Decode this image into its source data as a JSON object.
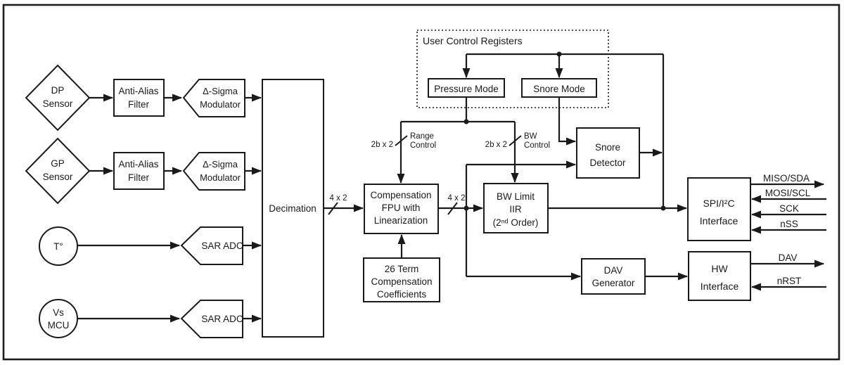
{
  "colors": {
    "ink": "#1a1a1a",
    "background": "#ffffff"
  },
  "blocks": {
    "dp_sensor": {
      "line1": "DP",
      "line2": "Sensor"
    },
    "gp_sensor": {
      "line1": "GP",
      "line2": "Sensor"
    },
    "temp_input": {
      "line1": "T°"
    },
    "vs_mcu": {
      "line1": "Vs",
      "line2": "MCU"
    },
    "anti_alias_filter_1": {
      "line1": "Anti-Alias",
      "line2": "Filter"
    },
    "anti_alias_filter_2": {
      "line1": "Anti-Alias",
      "line2": "Filter"
    },
    "delta_sigma_modulator_1": {
      "line1": "Δ-Sigma",
      "line2": "Modulator"
    },
    "delta_sigma_modulator_2": {
      "line1": "Δ-Sigma",
      "line2": "Modulator"
    },
    "sar_adc_1": {
      "line1": "SAR ADC"
    },
    "sar_adc_2": {
      "line1": "SAR ADC"
    },
    "decimation": {
      "line1": "Decimation"
    },
    "compensation_fpu": {
      "line1": "Compensation",
      "line2": "FPU with",
      "line3": "Linearization"
    },
    "bw_limit_iir": {
      "line1": "BW Limit",
      "line2": "IIR",
      "line3": "(2ⁿᵈ Order)"
    },
    "compensation_coefficients": {
      "line1": "26 Term",
      "line2": "Compensation",
      "line3": "Coefficients"
    },
    "user_control_registers": {
      "title": "User Control Registers"
    },
    "pressure_mode": {
      "line1": "Pressure Mode"
    },
    "snore_mode": {
      "line1": "Snore Mode"
    },
    "snore_detector": {
      "line1": "Snore",
      "line2": "Detector"
    },
    "dav_generator": {
      "line1": "DAV",
      "line2": "Generator"
    },
    "spi_i2c_interface": {
      "line1": "SPI/I²C",
      "line2": "Interface"
    },
    "hw_interface": {
      "line1": "HW",
      "line2": "Interface"
    }
  },
  "bus_labels": {
    "decimation_out": "4 x 2",
    "fpu_out": "4 x 2",
    "range_width": "2b x 2",
    "range_name_line1": "Range",
    "range_name_line2": "Control",
    "bw_width": "2b x 2",
    "bw_name_line1": "BW",
    "bw_name_line2": "Control"
  },
  "pins": {
    "miso_sda": "MISO/SDA",
    "mosi_scl": "MOSI/SCL",
    "sck": "SCK",
    "nss": "nSS",
    "dav": "DAV",
    "nrst": "nRST"
  }
}
